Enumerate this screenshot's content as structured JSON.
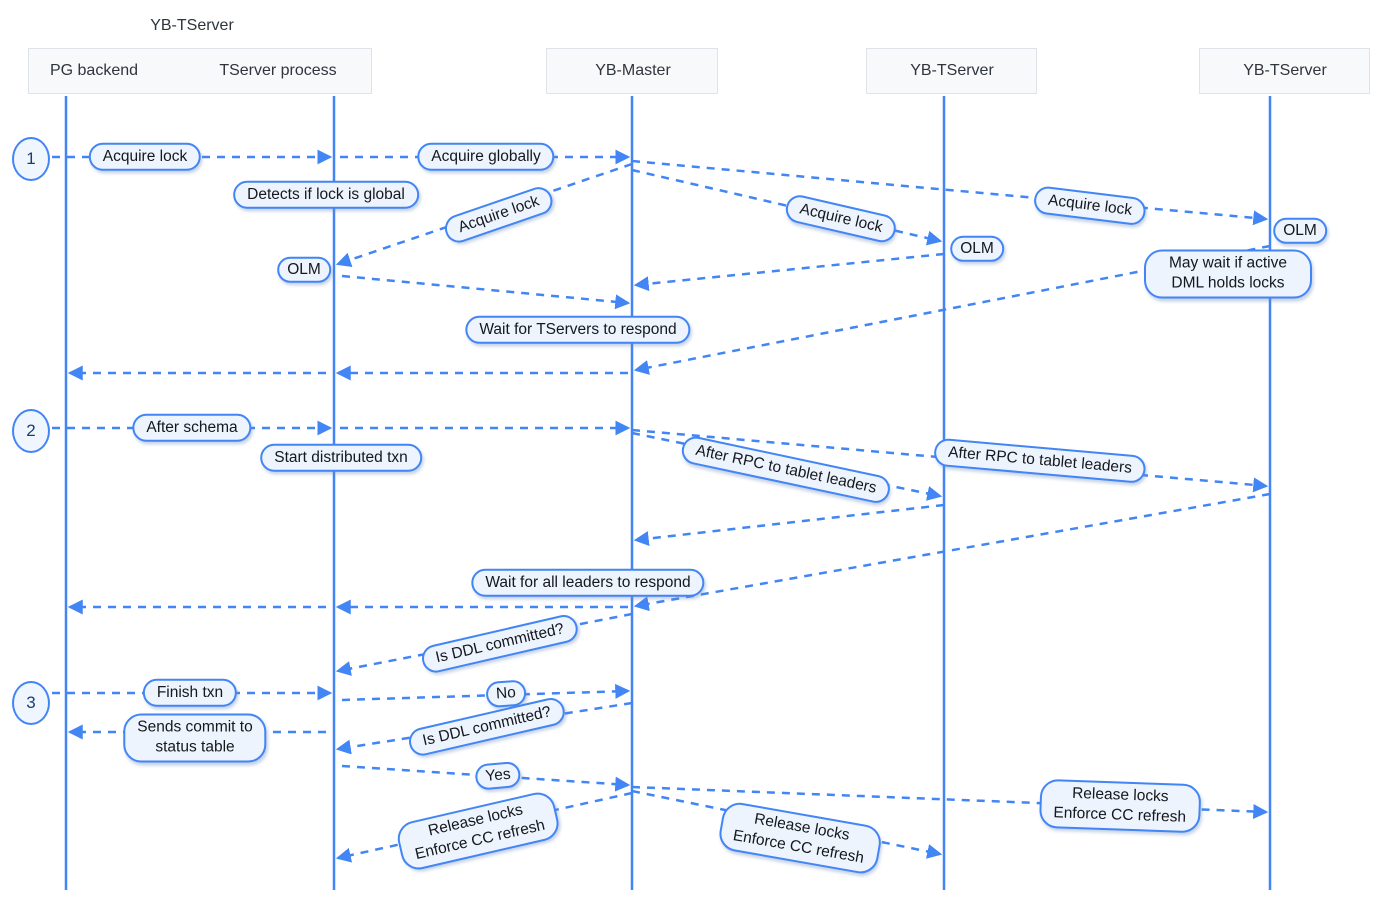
{
  "colors": {
    "accent": "#4285f4",
    "pill_fill": "#edf4fe",
    "pill_text": "#15181c",
    "header_fill": "#f8f9fb",
    "header_border": "#dfe3e9",
    "header_text": "#2e353d",
    "section_number_text": "#1d3f66"
  },
  "group_label": "YB-TServer",
  "actors": {
    "pg_backend": "PG backend",
    "tserver_process": "TServer process",
    "yb_master": "YB-Master",
    "yb_tserver_1": "YB-TServer",
    "yb_tserver_2": "YB-TServer"
  },
  "sections": {
    "s1": "1",
    "s2": "2",
    "s3": "3"
  },
  "messages": {
    "s1_acquire_lock": "Acquire lock",
    "s1_acquire_globally": "Acquire globally",
    "s1_detects_global": "Detects if lock is global",
    "s1_acquire_lock_tp": "Acquire lock",
    "s1_acquire_lock_t4": "Acquire lock",
    "s1_acquire_lock_t5": "Acquire lock",
    "s1_olm_tp": "OLM",
    "s1_olm_t4": "OLM",
    "s1_olm_t5": "OLM",
    "s1_may_wait": "May wait if active DML holds locks",
    "s1_wait_tservers": "Wait for TServers to respond",
    "s2_after_schema": "After schema",
    "s2_start_txn": "Start distributed txn",
    "s2_after_rpc_t4": "After RPC to tablet leaders",
    "s2_after_rpc_t5": "After RPC to tablet leaders",
    "s2_wait_leaders": "Wait for all leaders to respond",
    "s3_is_ddl_1": "Is DDL committed?",
    "s3_finish_txn": "Finish txn",
    "s3_no": "No",
    "s3_sends_commit": "Sends commit to\nstatus table",
    "s3_is_ddl_2": "Is DDL committed?",
    "s3_yes": "Yes",
    "s3_release_tp": "Release locks\nEnforce CC refresh",
    "s3_release_t4": "Release locks\nEnforce CC refresh",
    "s3_release_t5": "Release locks\nEnforce CC refresh"
  }
}
